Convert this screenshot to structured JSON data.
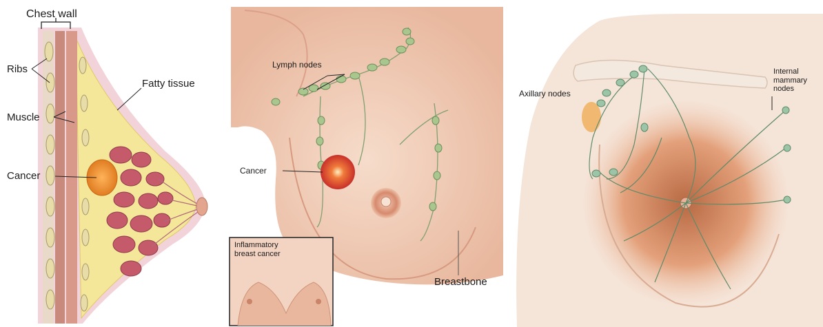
{
  "panels": {
    "side_view": {
      "chest_wall": "Chest wall",
      "ribs": "Ribs",
      "muscle": "Muscle",
      "cancer": "Cancer",
      "fatty_tissue": "Fatty tissue"
    },
    "front_view": {
      "lymph_nodes": "Lymph nodes",
      "cancer": "Cancer",
      "breastbone": "Breastbone",
      "inset_title_line1": "Inflammatory",
      "inset_title_line2": "breast cancer"
    },
    "lymph_view": {
      "axillary_nodes": "Axillary nodes",
      "internal_line1": "Internal",
      "internal_line2": "mammary",
      "internal_line3": "nodes"
    }
  },
  "colors": {
    "skin": "#f3d2bd",
    "muscle": "#c98a7e",
    "fat": "#f4e79a",
    "gland": "#c55a6b",
    "tumor": "#e8902c",
    "node": "#8fb38a",
    "vessel": "#5f8a6a"
  }
}
